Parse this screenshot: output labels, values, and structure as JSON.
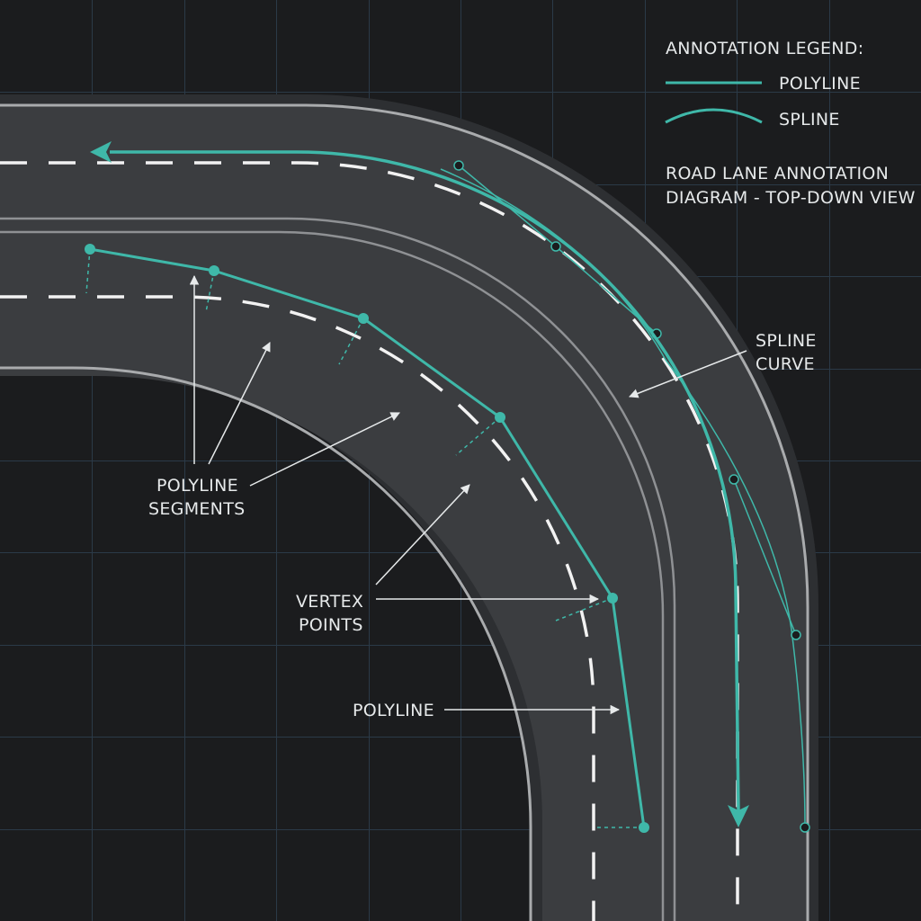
{
  "legend": {
    "title": "ANNOTATION LEGEND:",
    "polyline_label": "POLYLINE",
    "spline_label": "SPLINE"
  },
  "diagram_title": {
    "line1": "ROAD LANE ANNOTATION",
    "line2": "DIAGRAM - TOP-DOWN VIEW"
  },
  "callouts": {
    "spline_curve": {
      "line1": "SPLINE",
      "line2": "CURVE"
    },
    "polyline_segments": {
      "line1": "POLYLINE",
      "line2": "SEGMENTS"
    },
    "vertex_points": {
      "line1": "VERTEX",
      "line2": "POINTS"
    },
    "polyline": "POLYLINE"
  },
  "colors": {
    "background": "#1b1c1e",
    "grid": "#2b3a48",
    "road": "#3b3d40",
    "road_edge": "#a9abad",
    "lane_marking": "#f2f2f2",
    "annotation": "#3fb8a9",
    "text": "#e6e9ea"
  }
}
